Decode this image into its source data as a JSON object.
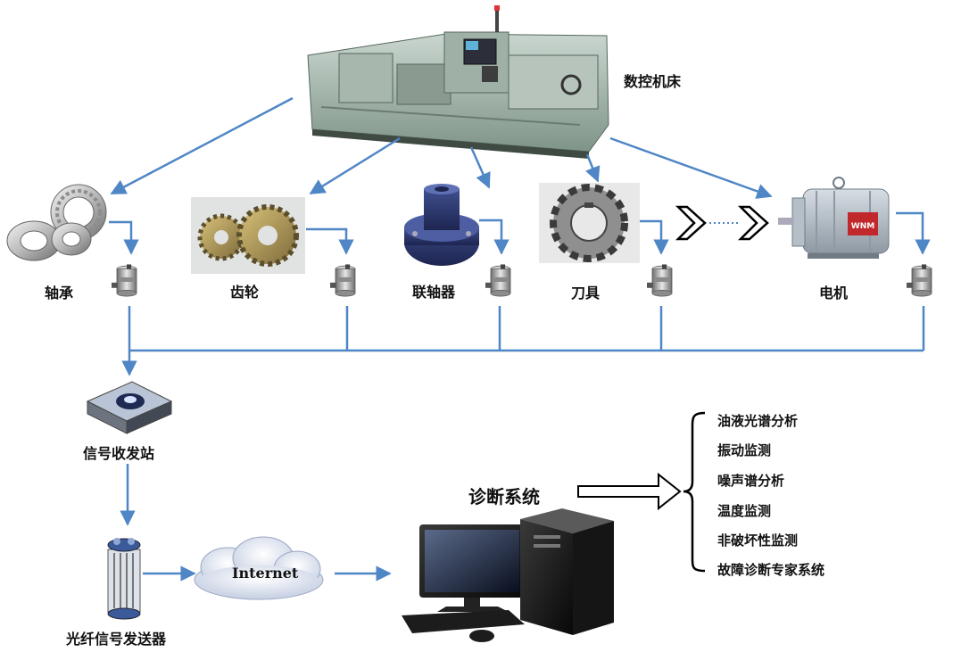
{
  "machine": {
    "label": "数控机床"
  },
  "components": [
    {
      "label": "轴承"
    },
    {
      "label": "齿轮"
    },
    {
      "label": "联轴器"
    },
    {
      "label": "刀具"
    },
    {
      "label": "电机"
    }
  ],
  "motor_brand": "WNM",
  "station": {
    "label": "信号收发站"
  },
  "fiber_transmitter": {
    "label": "光纤信号发送器"
  },
  "network": {
    "label": "Internet"
  },
  "diagnosis": {
    "label": "诊断系统"
  },
  "methods": [
    {
      "label": "油液光谱分析"
    },
    {
      "label": "振动监测"
    },
    {
      "label": "噪声谱分析"
    },
    {
      "label": "温度监测"
    },
    {
      "label": "非破坏性监测"
    },
    {
      "label": "故障诊断专家系统"
    }
  ],
  "colors": {
    "arrow": "#4f86c6",
    "text": "#111111"
  }
}
